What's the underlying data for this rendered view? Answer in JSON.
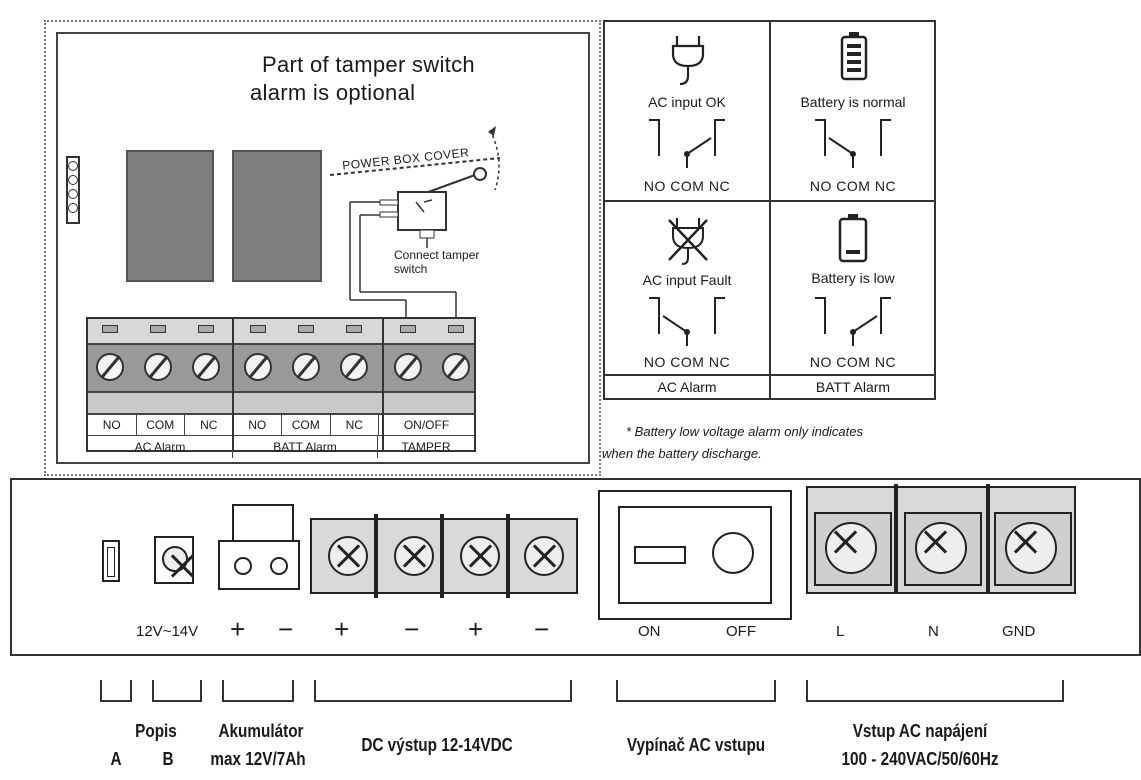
{
  "tamper_panel": {
    "title_line1": "Part of tamper switch",
    "title_line2": "alarm is optional",
    "cover_label": "POWER BOX COVER",
    "connect_line1": "Connect tamper",
    "connect_line2": "switch"
  },
  "terminal_strip": {
    "labels": [
      "NO",
      "COM",
      "NC",
      "NO",
      "COM",
      "NC",
      "ON/OFF"
    ],
    "groups": [
      "AC Alarm",
      "BATT Alarm",
      "TAMPER"
    ]
  },
  "relay_grid": {
    "cells": [
      {
        "status": "AC input OK",
        "icon": "plug-icon"
      },
      {
        "status": "Battery is normal",
        "icon": "battery-full-icon"
      },
      {
        "status": "AC input Fault",
        "icon": "plug-crossed-icon"
      },
      {
        "status": "Battery is low",
        "icon": "battery-low-icon"
      }
    ],
    "contacts": "NO  COM  NC",
    "footer": [
      "AC Alarm",
      "BATT Alarm"
    ],
    "footnote_line1": "* Battery low voltage alarm only indicates",
    "footnote_line2": "when the battery discharge."
  },
  "bottom_panel": {
    "voltage_label": "12V~14V",
    "battery_plus": "+",
    "battery_minus": "−",
    "dc_signs": [
      "+",
      "−",
      "+",
      "−"
    ],
    "switch_on": "ON",
    "switch_off": "OFF",
    "ac_labels": [
      "L",
      "N",
      "GND"
    ]
  },
  "captions": {
    "popis": "Popis",
    "popis_a": "A",
    "popis_b": "B",
    "battery_line1": "Akumulátor",
    "battery_line2": "max 12V/7Ah",
    "dc_output": "DC výstup 12-14VDC",
    "ac_switch": "Vypínač AC vstupu",
    "ac_input_line1": "Vstup AC napájení",
    "ac_input_line2": "100 - 240VAC/50/60Hz"
  }
}
